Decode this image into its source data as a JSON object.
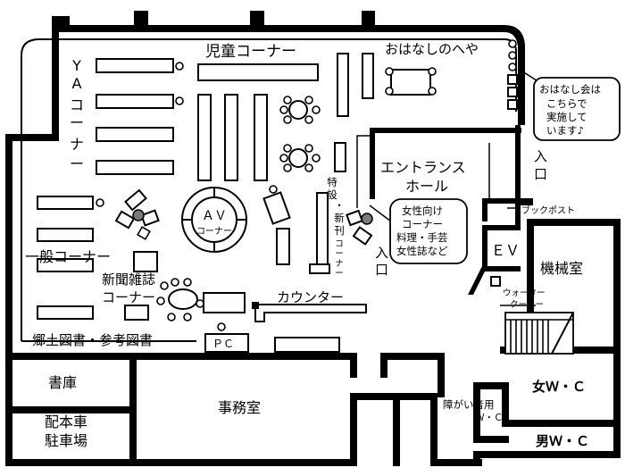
{
  "rooms": {
    "children": "児童コーナー",
    "story_room": "おはなしのへや",
    "ya_corner": [
      "Y",
      "A",
      "コ",
      "ー",
      "ナ",
      "ー"
    ],
    "entrance_hall_1": "エントランス",
    "entrance_hall_2": "ホール",
    "entrance_top": [
      "入",
      "口"
    ],
    "entrance_mid": [
      "入",
      "口"
    ],
    "book_post": "ブックポスト",
    "ev": "ＥＶ",
    "machine_room": "機械室",
    "water_cooler_1": "ウォーター",
    "water_cooler_2": "クーラー",
    "general_corner": "一般コーナー",
    "newspaper_1": "新聞雑誌",
    "newspaper_2": "コーナー",
    "av_1": "ＡＶ",
    "av_2": "コーナー",
    "special_shelf": [
      "特",
      "設",
      "・",
      "新",
      "刊",
      "コ",
      "ー",
      "ナ",
      "ー"
    ],
    "counter": "カウンター",
    "local_ref": "郷土図書・参考図書",
    "pc": "ＰＣ",
    "storage": "書庫",
    "office": "事務室",
    "parking_1": "配本車",
    "parking_2": "駐車場",
    "women_wc": "女Ｗ・Ｃ",
    "men_wc": "男Ｗ・Ｃ",
    "accessible_1": "障がい者用",
    "accessible_2": "Ｗ・Ｃ"
  },
  "callouts": {
    "story_note": [
      "おはなし会は",
      "こちらで",
      "実施して",
      "います♪"
    ],
    "women_note": [
      "女性向け",
      "コーナー",
      "料理・手芸",
      "女性誌など"
    ]
  },
  "colors": {
    "wall": "#000000",
    "background": "#ffffff",
    "marker": "#7a7a7a"
  }
}
